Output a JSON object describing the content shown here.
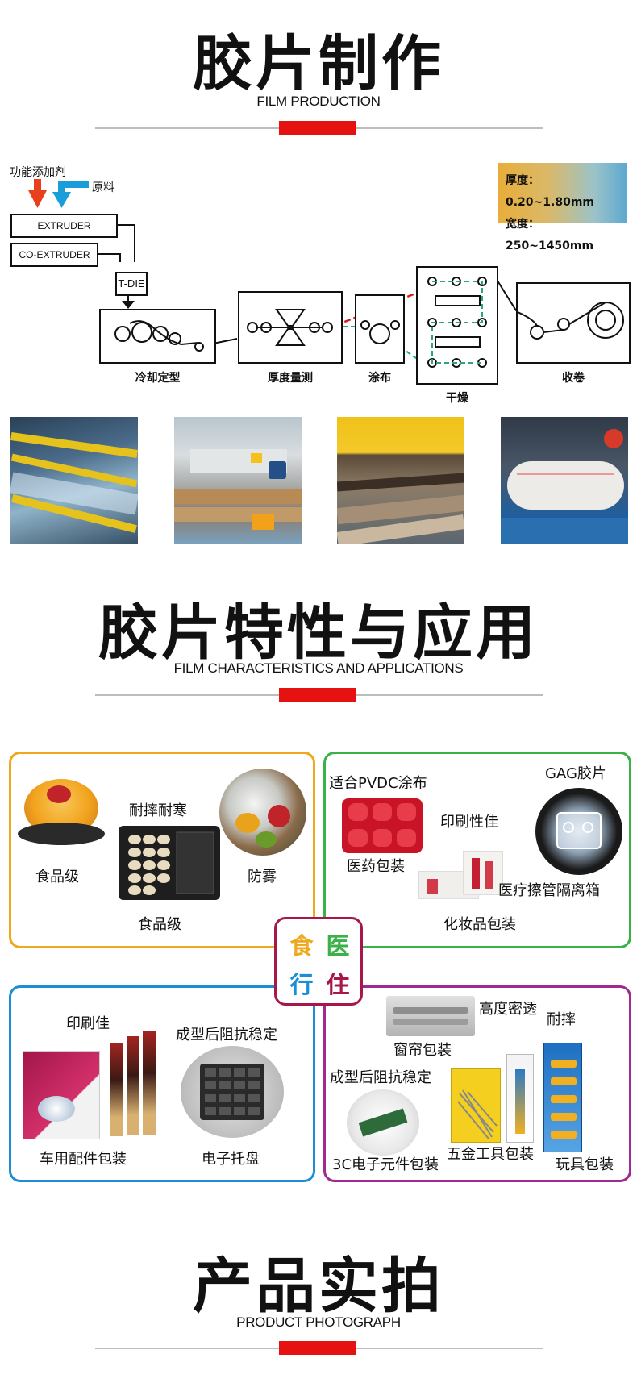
{
  "section1": {
    "title": "胶片制作",
    "subtitle": "FILM PRODUCTION"
  },
  "process": {
    "additive_label": "功能添加剂",
    "raw_label": "原料",
    "extruder": "EXTRUDER",
    "co_extruder": "CO-EXTRUDER",
    "tdie": "T-DIE",
    "steps": [
      "冷却定型",
      "厚度量测",
      "涂布",
      "干燥",
      "收卷"
    ],
    "spec_thickness": "厚度：0.20~1.80mm",
    "spec_width": "宽度：250~1450mm",
    "colors": {
      "additive_arrow": "#e8401c",
      "raw_arrow": "#1a9ed9",
      "red_path": "#d41c1c",
      "green_path": "#2aa67a"
    }
  },
  "section2": {
    "title": "胶片特性与应用",
    "subtitle": "FILM CHARACTERISTICS AND APPLICATIONS"
  },
  "food": {
    "color": "#f0a81c",
    "food_grade_left": "食品级",
    "drop_cold": "耐摔耐寒",
    "anti_fog": "防雾",
    "food_grade_bottom": "食品级"
  },
  "medical": {
    "color": "#3bb14a",
    "pvdc": "适合PVDC涂布",
    "gag": "GAG胶片",
    "print_good": "印刷性佳",
    "pharma_pack": "医药包装",
    "isolation_box": "医疗擦管隔离箱",
    "cosmetic_pack": "化妆品包装"
  },
  "center": {
    "c1": "食",
    "c2": "医",
    "c3": "行",
    "c4": "住",
    "color1": "#f0a81c",
    "color2": "#3bb14a",
    "color3": "#1a8fd6",
    "color4": "#a8174a"
  },
  "auto": {
    "color": "#1a8fd6",
    "print_good": "印刷佳",
    "stable_after_forming": "成型后阻抗稳定",
    "car_parts_pack": "车用配件包装",
    "electronic_tray": "电子托盘"
  },
  "living": {
    "color": "#a02a8f",
    "high_density": "高度密透",
    "curtain_pack": "窗帘包装",
    "stable_after_forming": "成型后阻抗稳定",
    "drop_resistant": "耐摔",
    "electronics_3c": "3C电子元件包装",
    "hardware_pack": "五金工具包装",
    "toy_pack": "玩具包装"
  },
  "section3": {
    "title": "产品实拍",
    "subtitle": "PRODUCT PHOTOGRAPH"
  }
}
